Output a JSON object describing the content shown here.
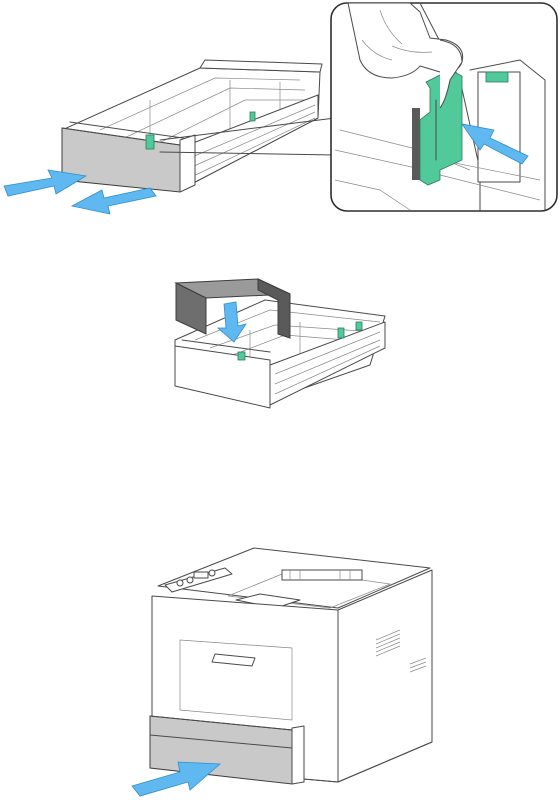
{
  "figure": {
    "steps": [
      {
        "id": "adjust-guides",
        "icons": [
          "paper-tray-icon",
          "length-guide-icon",
          "push-arrow-icon",
          "pull-arrow-icon",
          "magnified-inset-icon",
          "hand-icon"
        ]
      },
      {
        "id": "attach-cover",
        "icons": [
          "paper-tray-icon",
          "tray-cover-icon",
          "down-arrow-icon"
        ]
      },
      {
        "id": "insert-tray",
        "icons": [
          "printer-icon",
          "paper-tray-icon",
          "push-arrow-icon"
        ]
      }
    ]
  },
  "colors": {
    "guide_green": "#52c99a",
    "arrow_blue": "#5fb8f0",
    "tray_gray": "#c9c9c9",
    "outline": "#4a4a4a"
  }
}
